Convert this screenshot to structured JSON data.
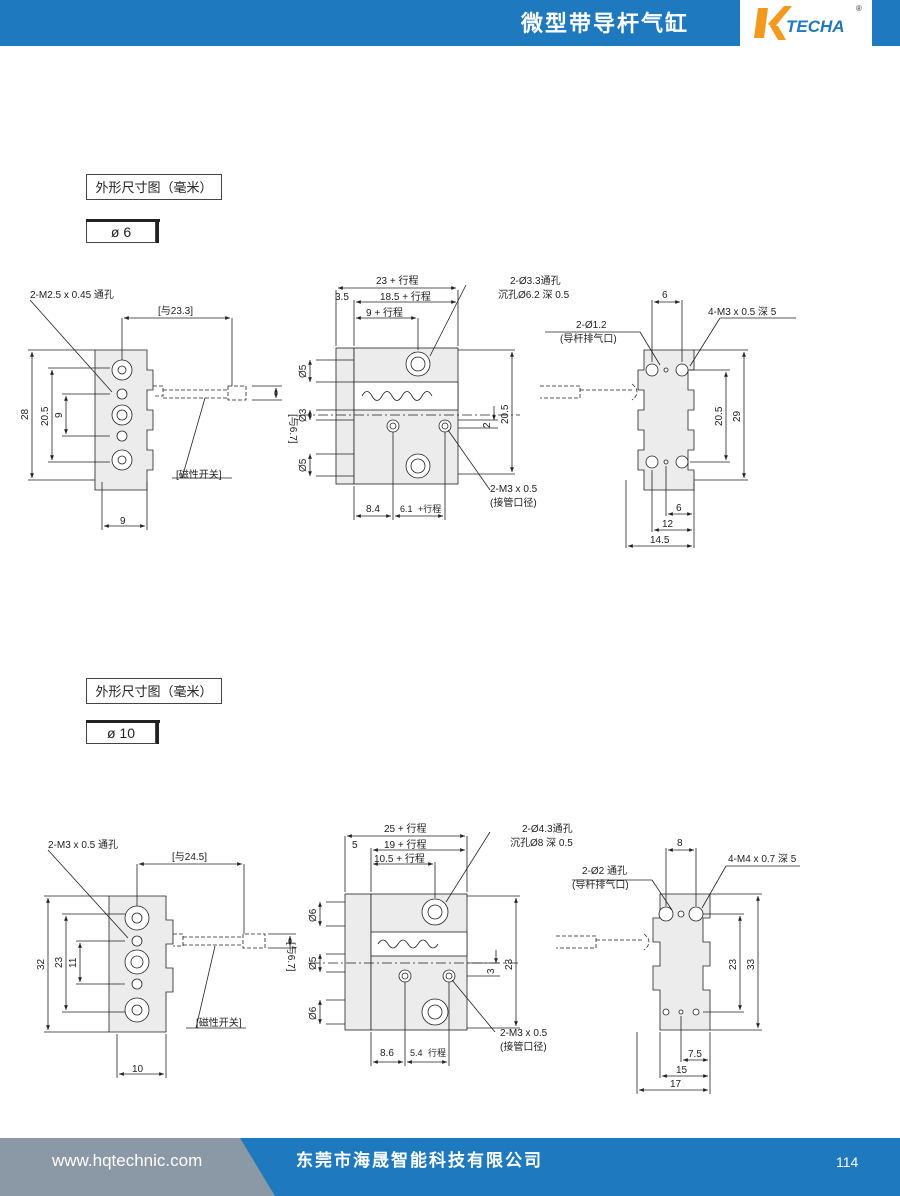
{
  "header": {
    "title": "微型带导杆气缸",
    "logo_text": "TECHA",
    "logo_mark": "K",
    "logo_registered": "®"
  },
  "section1": {
    "title": "外形尺寸图（毫米）",
    "diameter": "ø 6",
    "left": {
      "hole_label": "2-M2.5 x 0.45 通孔",
      "switch_dim": "[与23.3]",
      "switch_label": "[磁性开关]",
      "h_total": "28",
      "h_mid": "20.5",
      "h_inner": "9",
      "w_bottom": "9",
      "side_dim": "[与6.7]"
    },
    "middle": {
      "len_total": "23 + 行程",
      "len_flange": "3.5",
      "len_body": "18.5 + 行程",
      "len_hole": "9 + 行程",
      "thru_hole": "2-Ø3.3通孔",
      "counterbore": "沉孔Ø6.2 深 0.5",
      "d_rod_top": "Ø5",
      "d_center": "Ø3",
      "d_rod_bottom": "Ø5",
      "v_offset": "2",
      "v_mid": "20.5",
      "port_label": "2-M3 x 0.5",
      "port_note": "(接管口径)",
      "bot_a": "8.4",
      "bot_b": "6.1",
      "bot_b_suffix": "+行程"
    },
    "right": {
      "top_w": "6",
      "tap": "4-M3 x 0.5 深 5",
      "vent": "2-Ø1.2",
      "vent_note": "(导杆排气口)",
      "v_inner": "20.5",
      "v_total": "29",
      "w_6": "6",
      "w_12": "12",
      "w_145": "14.5"
    }
  },
  "section2": {
    "title": "外形尺寸图（毫米）",
    "diameter": "ø 10",
    "left": {
      "hole_label": "2-M3 x 0.5 通孔",
      "switch_dim": "[与24.5]",
      "switch_label": "[磁性开关]",
      "h_total": "32",
      "h_mid": "23",
      "h_inner": "11",
      "w_bottom": "10",
      "side_dim": "[与6.7]"
    },
    "middle": {
      "len_total": "25 + 行程",
      "len_flange": "5",
      "len_body": "19 + 行程",
      "len_hole": "10.5 + 行程",
      "thru_hole": "2-Ø4.3通孔",
      "counterbore": "沉孔Ø8  深 0.5",
      "d_rod_top": "Ø6",
      "d_center": "Ø5",
      "d_rod_bottom": "Ø6",
      "v_offset": "3",
      "v_mid": "23",
      "port_label": "2-M3 x 0.5",
      "port_note": "(接管口径)",
      "bot_a": "8.6",
      "bot_b": "5.4",
      "bot_b_suffix": "行程"
    },
    "right": {
      "top_w": "8",
      "tap": "4-M4 x 0.7 深 5",
      "vent": "2-Ø2 通孔",
      "vent_note": "(导杆排气口)",
      "v_inner": "23",
      "v_total": "33",
      "w_75": "7.5",
      "w_15": "15",
      "w_17": "17"
    }
  },
  "footer": {
    "url": "www.hqtechnic.com",
    "company": "东莞市海晟智能科技有限公司",
    "page": "114"
  },
  "colors": {
    "header_blue": "#1f79bf",
    "footer_grey": "#8b98a6",
    "line": "#222222",
    "part_fill": "#ececec"
  }
}
